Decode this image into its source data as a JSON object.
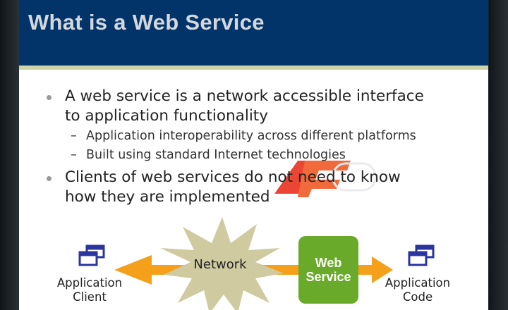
{
  "slide": {
    "title": "What is a Web Service",
    "bullets": [
      {
        "text_line1": "A web service is a network accessible interface",
        "text_line2": "to application functionality",
        "sub": [
          "Application interoperability across different platforms",
          "Built using standard Internet technologies"
        ]
      },
      {
        "text_line1": "Clients of web services do not need to know",
        "text_line2": "how they are implemented"
      }
    ],
    "diagram": {
      "client_label_1": "Application",
      "client_label_2": "Client",
      "network_label": "Network",
      "web_service_label_1": "Web",
      "web_service_label_2": "Service",
      "code_label_1": "Application",
      "code_label_2": "Code",
      "colors": {
        "arrow": "#f5a01a",
        "network": "#cfcaa0",
        "web_service": "#6aaa2a",
        "window_icon": "#2a35a0"
      }
    }
  },
  "watermark": {
    "text": "AFE"
  }
}
